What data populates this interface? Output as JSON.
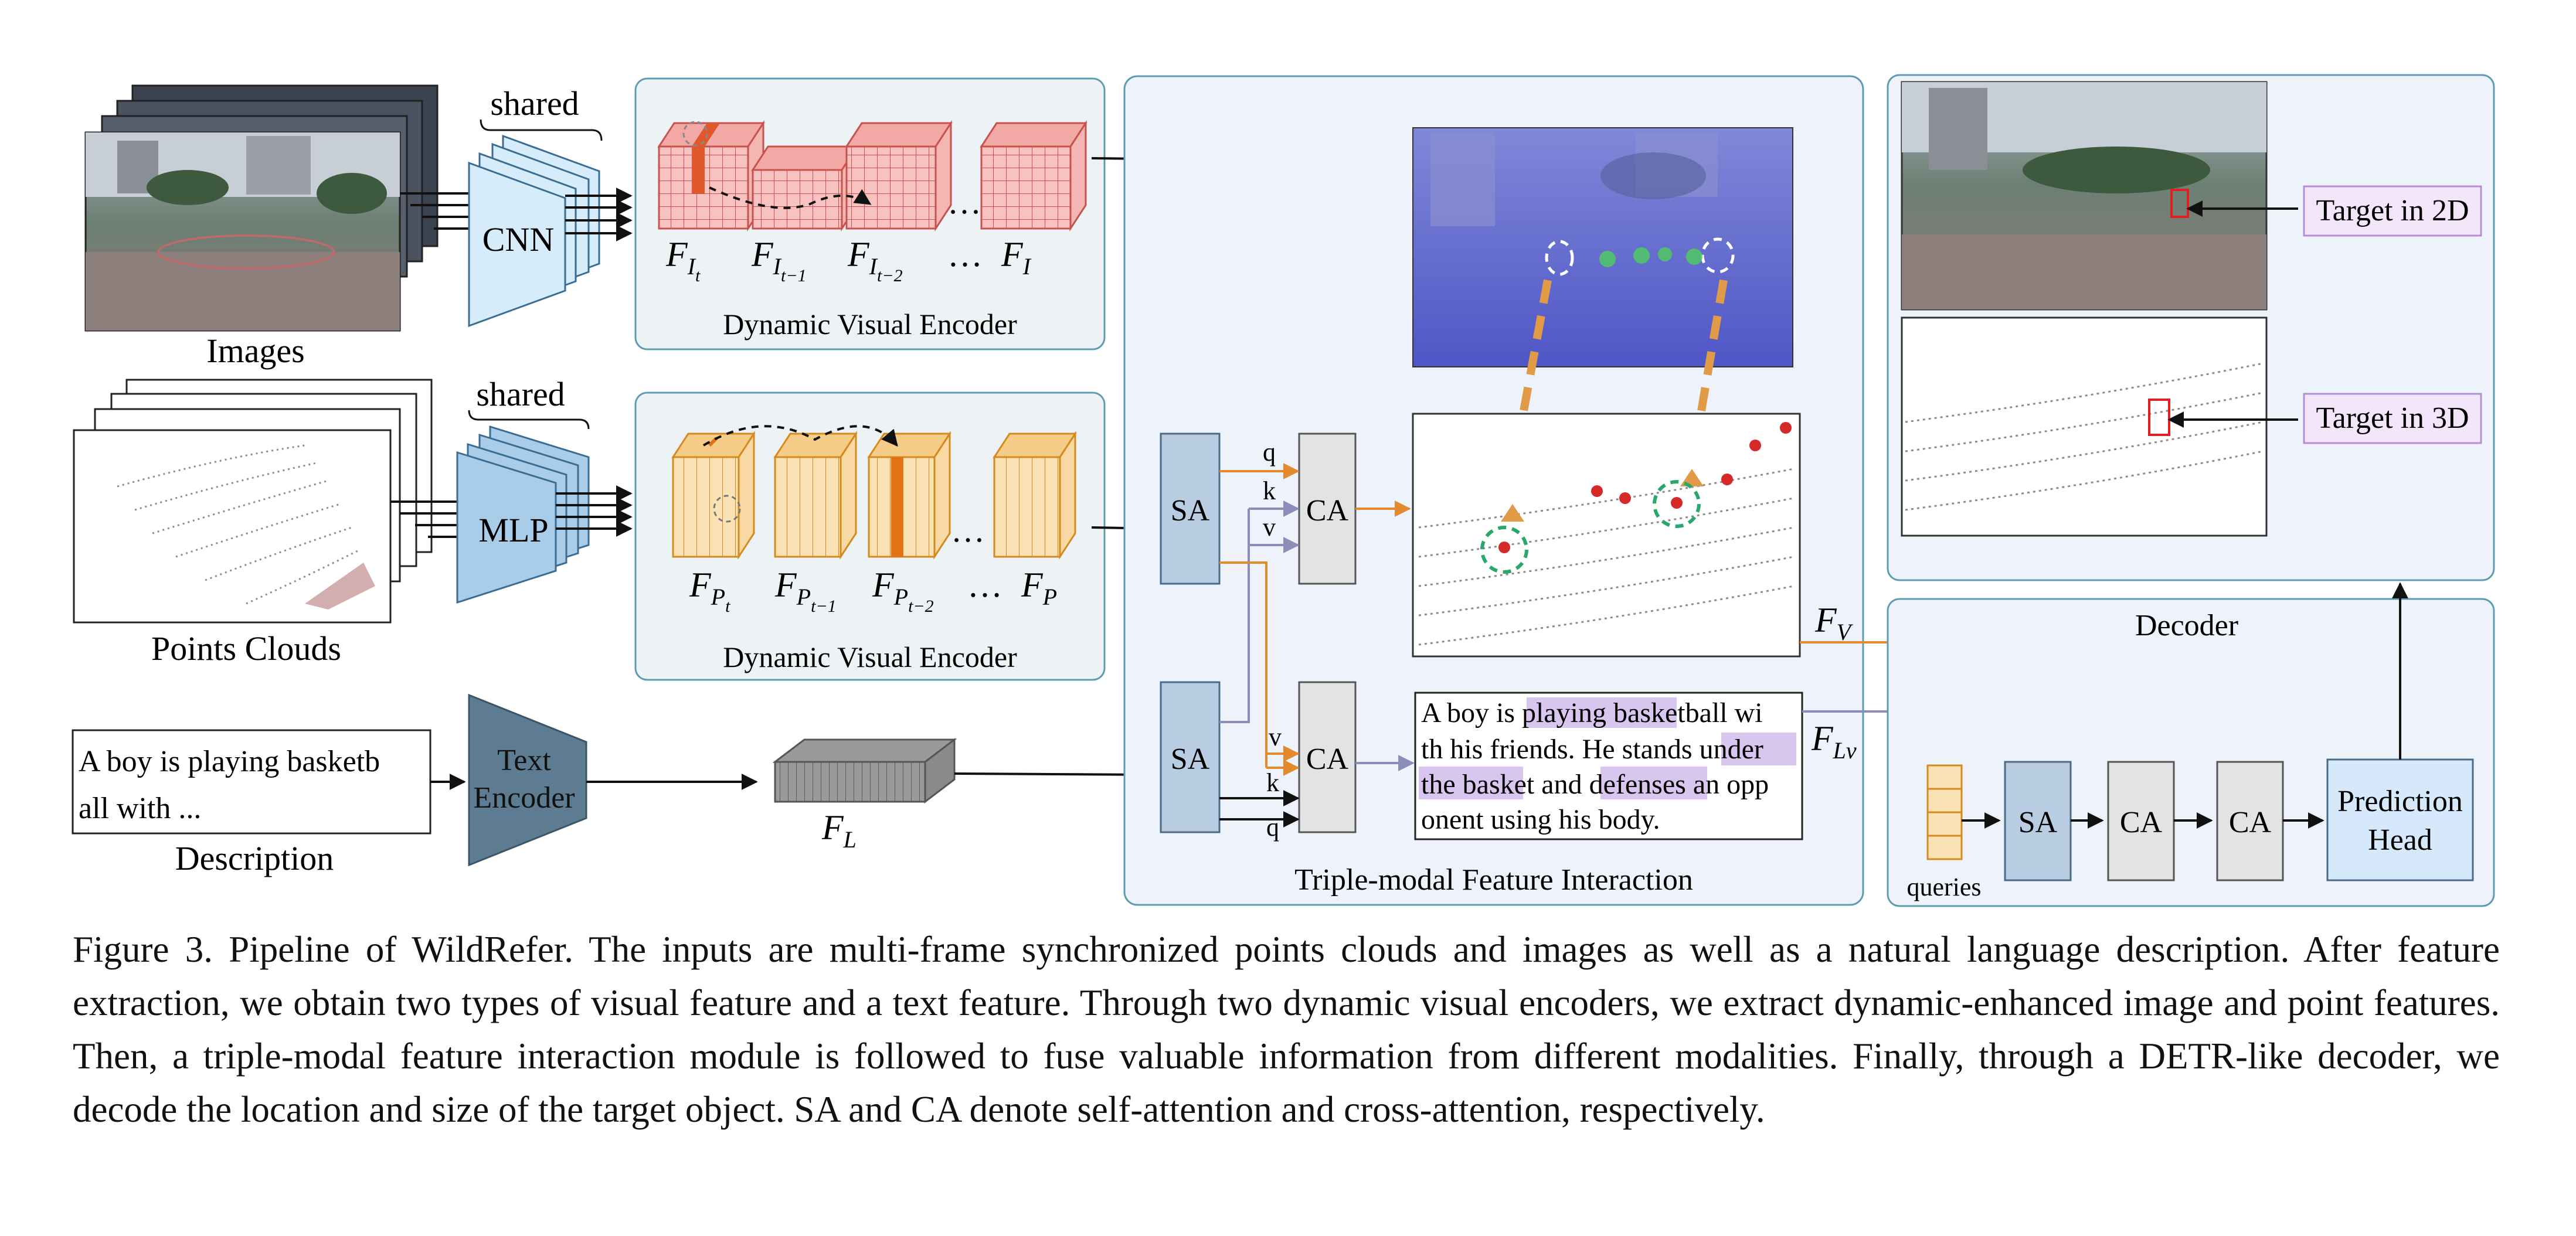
{
  "inputs": {
    "images_label": "Images",
    "points_label": "Points Clouds",
    "description_label": "Description",
    "description_text_line1": "A boy is playing basketb",
    "description_text_line2": "all with ...",
    "shared_label_top": "shared",
    "shared_label_bottom": "shared"
  },
  "backbones": {
    "cnn": "CNN",
    "mlp": "MLP",
    "text_encoder_line1": "Text",
    "text_encoder_line2": "Encoder"
  },
  "encoders": {
    "image_encoder_title": "Dynamic Visual Encoder",
    "point_encoder_title": "Dynamic Visual Encoder",
    "image_features": {
      "f_it": "F",
      "f_it_sub": "I",
      "f_it_subsub": "t",
      "f_it1_sub": "I",
      "f_it1_subsub": "t−1",
      "f_it2_sub": "I",
      "f_it2_subsub": "t−2",
      "ellipsis": "…",
      "f_i_sub": "I"
    },
    "point_features": {
      "f_pt_sub": "P",
      "f_pt_subsub": "t",
      "f_pt1_sub": "P",
      "f_pt1_subsub": "t−1",
      "f_pt2_sub": "P",
      "f_pt2_subsub": "t−2",
      "ellipsis": "…",
      "f_p_sub": "P"
    },
    "text_feature_sub": "L"
  },
  "interaction": {
    "title": "Triple-modal Feature Interaction",
    "sa_top": "SA",
    "ca_top": "CA",
    "sa_bottom": "SA",
    "ca_bottom": "CA",
    "q": "q",
    "k": "k",
    "v": "v",
    "f_v_sub": "V",
    "f_lv_sub": "Lv",
    "highlighted_text": {
      "line1_a": "A boy is ",
      "line1_b": "playing basketball",
      "line1_c": " wi",
      "line2_a": "th his friends. He stands ",
      "line2_b": "under",
      "line3_a": "the basket",
      "line3_b": " and ",
      "line3_c": "defenses",
      "line3_d": " an opp",
      "line4_a": "onent using his body."
    },
    "highlight_color": "#d8c6ef"
  },
  "decoder": {
    "title": "Decoder",
    "sa": "SA",
    "ca1": "CA",
    "ca2": "CA",
    "prediction_line1": "Prediction",
    "prediction_line2": "Head",
    "queries": "queries"
  },
  "outputs": {
    "target_2d": "Target in 2D",
    "target_3d": "Target in 3D"
  },
  "caption": {
    "label": "Figure 3.",
    "text": " Pipeline of WildRefer. The inputs are multi-frame synchronized points clouds and images as well as a natural language description. After feature extraction, we obtain two types of visual feature and a text feature. Through two dynamic visual encoders, we extract dynamic-enhanced image and point features. Then, a triple-modal feature interaction module is followed to fuse valuable information from different modalities. Finally, through a DETR-like decoder, we decode the location and size of the target object. SA and CA denote self-attention and cross-attention, respectively."
  },
  "colors": {
    "panel_fill": "#edf3f5",
    "panel_stroke": "#5e9cb1",
    "interaction_fill": "#eef2fa",
    "sa_fill": "#b9cde2",
    "ca_fill": "#e3e3e3",
    "cnn_fill": "#d7ecfa",
    "mlp_fill": "#a9cde9",
    "text_encoder_fill": "#5d7c92",
    "image_feature_fill": "#f7c2c0",
    "image_feature_stroke": "#c8524e",
    "point_feature_fill": "#fbe2b5",
    "point_feature_stroke": "#d48a1e",
    "arrow_orange": "#e58a2c",
    "arrow_purple": "#8c8db8",
    "target_box_fill": "#f3e6fa",
    "prediction_fill": "#d5e9fa"
  }
}
